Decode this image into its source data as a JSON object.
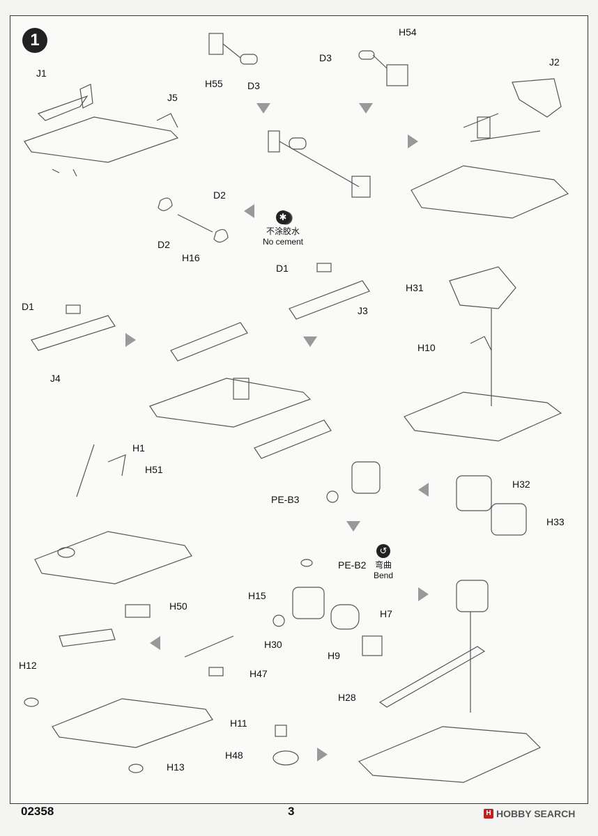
{
  "step": {
    "number": "1"
  },
  "part_labels": {
    "J1": "J1",
    "J5": "J5",
    "H55": "H55",
    "D3a": "D3",
    "D3b": "D3",
    "H54": "H54",
    "J2": "J2",
    "D2a": "D2",
    "D2b": "D2",
    "H16": "H16",
    "D1a": "D1",
    "J4": "J4",
    "D1b": "D1",
    "J3": "J3",
    "H31": "H31",
    "H10": "H10",
    "H1": "H1",
    "H51": "H51",
    "PE_B3": "PE-B3",
    "H32": "H32",
    "H33": "H33",
    "PE_B2": "PE-B2",
    "H15": "H15",
    "H7": "H7",
    "H9": "H9",
    "H50": "H50",
    "H30": "H30",
    "H47": "H47",
    "H12": "H12",
    "H13": "H13",
    "H11": "H11",
    "H48": "H48",
    "H28": "H28"
  },
  "notes": {
    "no_cement_cn": "不涂胶水",
    "no_cement_en": "No cement",
    "bend_cn": "弯曲",
    "bend_en": "Bend"
  },
  "footer": {
    "code": "02358",
    "page": "3",
    "watermark": "HOBBY SEARCH"
  },
  "icons": {
    "step_badge": "step-number-circle",
    "no_cement": "no-cement-icon",
    "bend": "bend-icon",
    "flow_arrow": "flow-arrow-icon",
    "watermark": "hobby-search-logo-icon"
  },
  "colors": {
    "line": "#333333",
    "badge": "#222222",
    "accent": "#b22222"
  }
}
